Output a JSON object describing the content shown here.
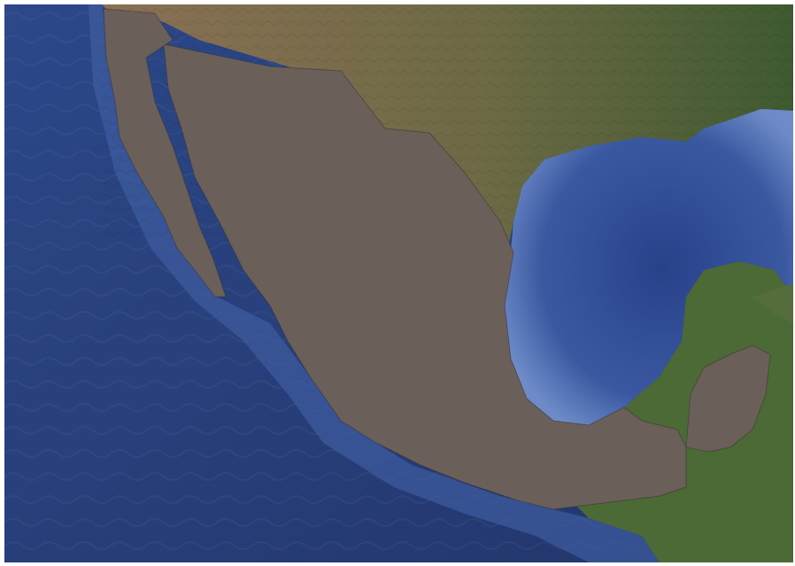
{
  "map": {
    "kind": "satellite-basemap-with-municipality-overlay",
    "region": "Mexico",
    "text_labels": [],
    "colors": {
      "ocean": "#2d4a86",
      "ocean_deep": "#22366b",
      "shelf": "#4e6db0",
      "land_north": "#8a6e52",
      "land_east": "#4a5f34",
      "forest": "#3b5a2a"
    },
    "region_palette": [
      "#e24fc4",
      "#4fe06a",
      "#56c9c4",
      "#7f6ed9",
      "#e8b05c",
      "#c74fe0",
      "#e24b4b",
      "#6fc04c",
      "#d9d04a",
      "#4f7fe0",
      "#e07fa0",
      "#9ad15a",
      "#5fb8a8",
      "#b070d8",
      "#e8894a",
      "#6ee08a"
    ],
    "overlay_opacity": 0.62
  }
}
